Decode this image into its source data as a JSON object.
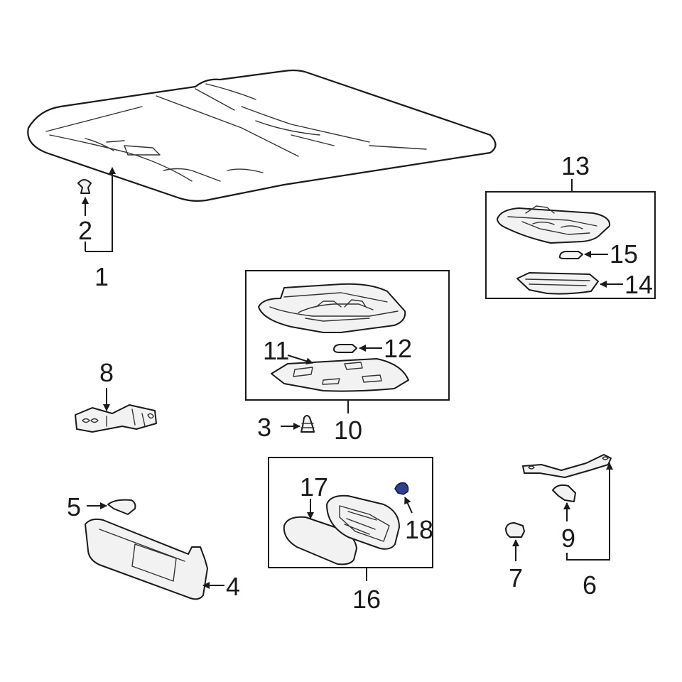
{
  "colors": {
    "line": "#1a1a1a",
    "highlight_part": "#2e3f8f",
    "background": "#ffffff"
  },
  "callouts": {
    "c1": "1",
    "c2": "2",
    "c3": "3",
    "c4": "4",
    "c5": "5",
    "c6": "6",
    "c7": "7",
    "c8": "8",
    "c9": "9",
    "c10": "10",
    "c11": "11",
    "c12": "12",
    "c13": "13",
    "c14": "14",
    "c15": "15",
    "c16": "16",
    "c17": "17",
    "c18": "18"
  }
}
